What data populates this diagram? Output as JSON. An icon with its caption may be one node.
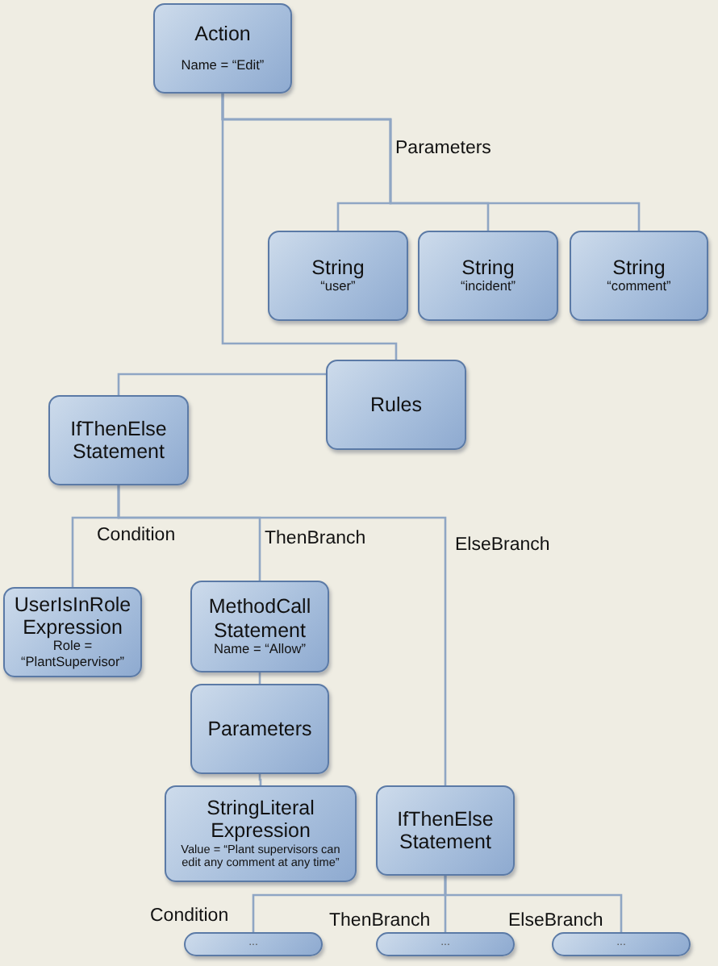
{
  "diagram": {
    "nodes": [
      {
        "text": [
          "Action",
          "Name = “Edit”"
        ]
      },
      {
        "text": [
          "String",
          "“user”"
        ]
      },
      {
        "text": [
          "String",
          "“incident”"
        ]
      },
      {
        "text": [
          "String",
          "“comment”"
        ]
      },
      {
        "text": [
          "Rules"
        ]
      },
      {
        "text": [
          "IfThenElse Statement"
        ]
      },
      {
        "text": [
          "UserIsInRole Expression",
          "Role = “PlantSupervisor”"
        ]
      },
      {
        "text": [
          "MethodCall Statement",
          "Name = “Allow”"
        ]
      },
      {
        "text": [
          "Parameters"
        ]
      },
      {
        "text": [
          "StringLiteral Expression",
          "Value = “Plant supervisors can edit any comment at any time”"
        ]
      },
      {
        "text": [
          "IfThenElse Statement"
        ]
      },
      {
        "text": [
          "..."
        ]
      },
      {
        "text": [
          "..."
        ]
      },
      {
        "text": [
          "..."
        ]
      }
    ],
    "edges": [
      {
        "from": 0,
        "to": 1,
        "arrow": "none",
        "label": "Parameters"
      },
      {
        "from": 0,
        "to": 2,
        "arrow": "none"
      },
      {
        "from": 0,
        "to": 3,
        "arrow": "none"
      },
      {
        "from": 0,
        "to": 4,
        "arrow": "none"
      },
      {
        "from": 4,
        "to": 5,
        "arrow": "none"
      },
      {
        "from": 5,
        "to": 6,
        "arrow": "none",
        "label": "Condition"
      },
      {
        "from": 5,
        "to": 7,
        "arrow": "none",
        "label": "ThenBranch"
      },
      {
        "from": 5,
        "to": 10,
        "arrow": "none",
        "label": "ElseBranch"
      },
      {
        "from": 7,
        "to": 8,
        "arrow": "none"
      },
      {
        "from": 8,
        "to": 9,
        "arrow": "none"
      },
      {
        "from": 10,
        "to": 11,
        "arrow": "none",
        "label": "Condition"
      },
      {
        "from": 10,
        "to": 12,
        "arrow": "none",
        "label": "ThenBranch"
      },
      {
        "from": 10,
        "to": 13,
        "arrow": "none",
        "label": "ElseBranch"
      }
    ]
  }
}
